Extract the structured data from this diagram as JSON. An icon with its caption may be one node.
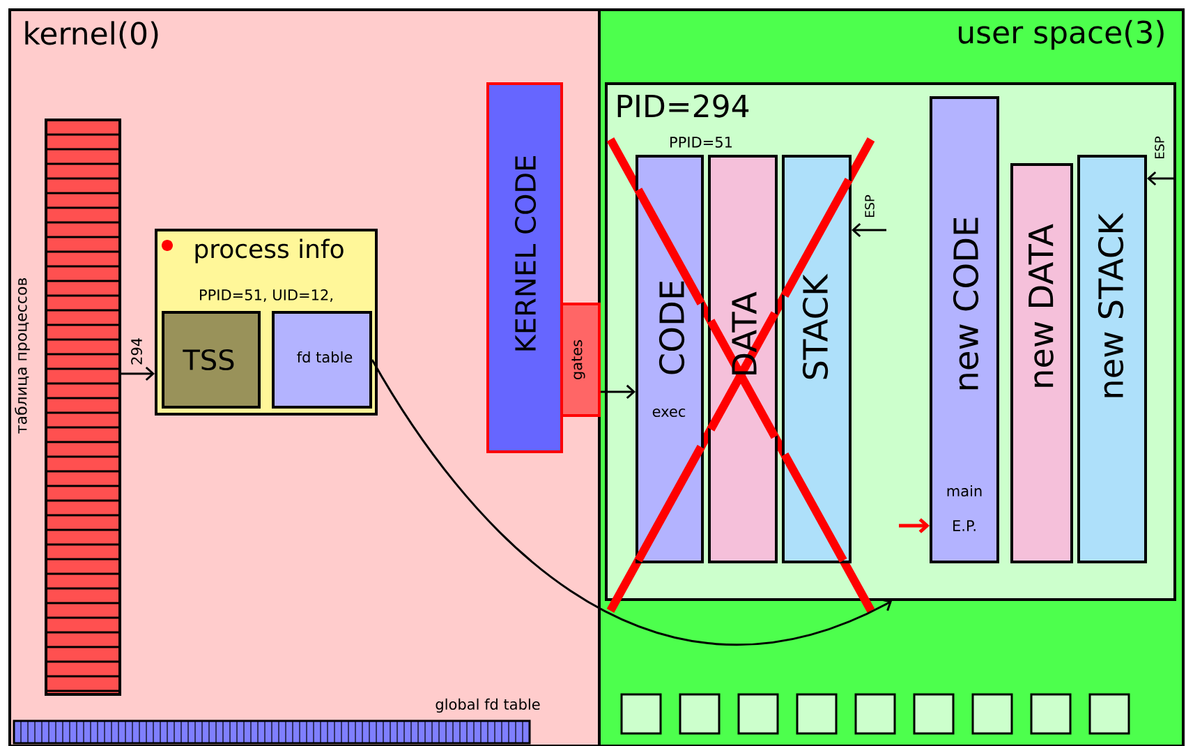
{
  "diagram": {
    "nodes": [
      {
        "text": [
          "kernel(0)"
        ]
      },
      {
        "text": [
          "user space(3)"
        ]
      },
      {
        "text": [],
        "shape": "bar",
        "in": 0,
        "beside": [
          "таблица процессов"
        ]
      },
      {
        "text": [
          "process info",
          "PPID=51, UID=12,"
        ],
        "in": 0
      },
      {
        "text": [
          "TSS"
        ],
        "in": 3
      },
      {
        "text": [
          "fd table"
        ],
        "in": 3
      },
      {
        "text": [
          "KERNEL CODE"
        ],
        "in": 0
      },
      {
        "text": [
          "gates"
        ],
        "in": 0
      },
      {
        "text": [
          "PID=294",
          "PPID=51"
        ],
        "in": 1
      },
      {
        "text": [
          "CODE",
          "exec"
        ],
        "in": 8
      },
      {
        "text": [
          "DATA"
        ],
        "in": 8
      },
      {
        "text": [
          "STACK"
        ],
        "in": 8
      },
      {
        "text": [
          "new CODE",
          "main",
          "E.P."
        ],
        "in": 8
      },
      {
        "text": [
          "new DATA"
        ],
        "in": 8
      },
      {
        "text": [
          "new STACK"
        ],
        "in": 8
      },
      {
        "text": [],
        "shape": "bar",
        "in": 0,
        "beside": [
          "global fd table"
        ]
      },
      {
        "text": [],
        "shape": "box",
        "in": 1
      },
      {
        "text": [],
        "shape": "box",
        "in": 1
      },
      {
        "text": [],
        "shape": "box",
        "in": 1
      },
      {
        "text": [],
        "shape": "box",
        "in": 1
      },
      {
        "text": [],
        "shape": "box",
        "in": 1
      },
      {
        "text": [],
        "shape": "box",
        "in": 1
      },
      {
        "text": [],
        "shape": "box",
        "in": 1
      },
      {
        "text": [],
        "shape": "box",
        "in": 1
      },
      {
        "text": [],
        "shape": "box",
        "in": 1
      }
    ],
    "edges": [
      {
        "from": 2,
        "to": 3,
        "arrow": "to",
        "label": "294"
      },
      {
        "from": 7,
        "to": 9,
        "arrow": "to"
      },
      {
        "from": 5,
        "to": 8,
        "arrow": "to"
      },
      {
        "from": null,
        "to": 11,
        "arrow": "to",
        "label": "ESP"
      },
      {
        "from": null,
        "to": 14,
        "arrow": "to",
        "label": "ESP"
      },
      {
        "from": null,
        "to": 12,
        "arrow": "to",
        "color": "#ff0000"
      }
    ]
  }
}
